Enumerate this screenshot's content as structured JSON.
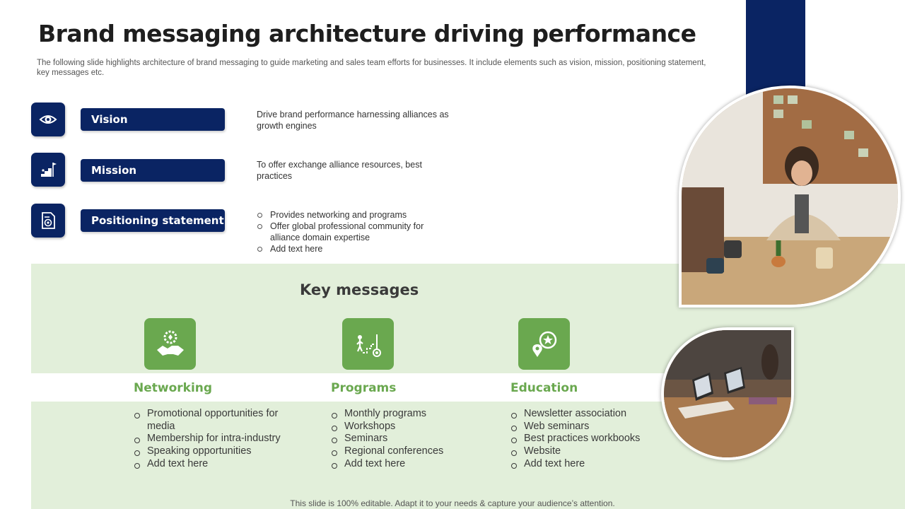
{
  "header": {
    "title": "Brand messaging architecture driving performance",
    "subtitle": "The following slide highlights architecture of brand messaging to guide marketing and sales team efforts for businesses. It include elements such as vision, mission, positioning statement, key messages etc."
  },
  "pillars": [
    {
      "icon": "eye-icon",
      "label": "Vision",
      "text": "Drive brand performance harnessing alliances as growth engines"
    },
    {
      "icon": "stairs-flag-icon",
      "label": "Mission",
      "text": "To offer exchange alliance resources, best practices"
    },
    {
      "icon": "document-target-icon",
      "label": "Positioning statement",
      "bullets": [
        "Provides networking and programs",
        "Offer global professional community for alliance domain expertise",
        "Add text here"
      ]
    }
  ],
  "key_messages": {
    "heading": "Key messages",
    "columns": [
      {
        "icon": "handshake-gear-icon",
        "title": "Networking",
        "items": [
          "Promotional opportunities for media",
          "Membership for intra-industry",
          "Speaking opportunities",
          "Add text here"
        ]
      },
      {
        "icon": "stairs-target-icon",
        "title": "Programs",
        "items": [
          "Monthly programs",
          "Workshops",
          "Seminars",
          "Regional conferences",
          "Add text here"
        ]
      },
      {
        "icon": "location-star-icon",
        "title": "Education",
        "items": [
          "Newsletter association",
          "Web seminars",
          "Best practices workbooks",
          "Website",
          "Add text here"
        ]
      }
    ]
  },
  "footer": "This slide is 100% editable. Adapt it to your needs & capture your audience’s attention.",
  "colors": {
    "navy": "#0a2463",
    "green": "#6aa84f",
    "light_green": "#e2efda"
  }
}
